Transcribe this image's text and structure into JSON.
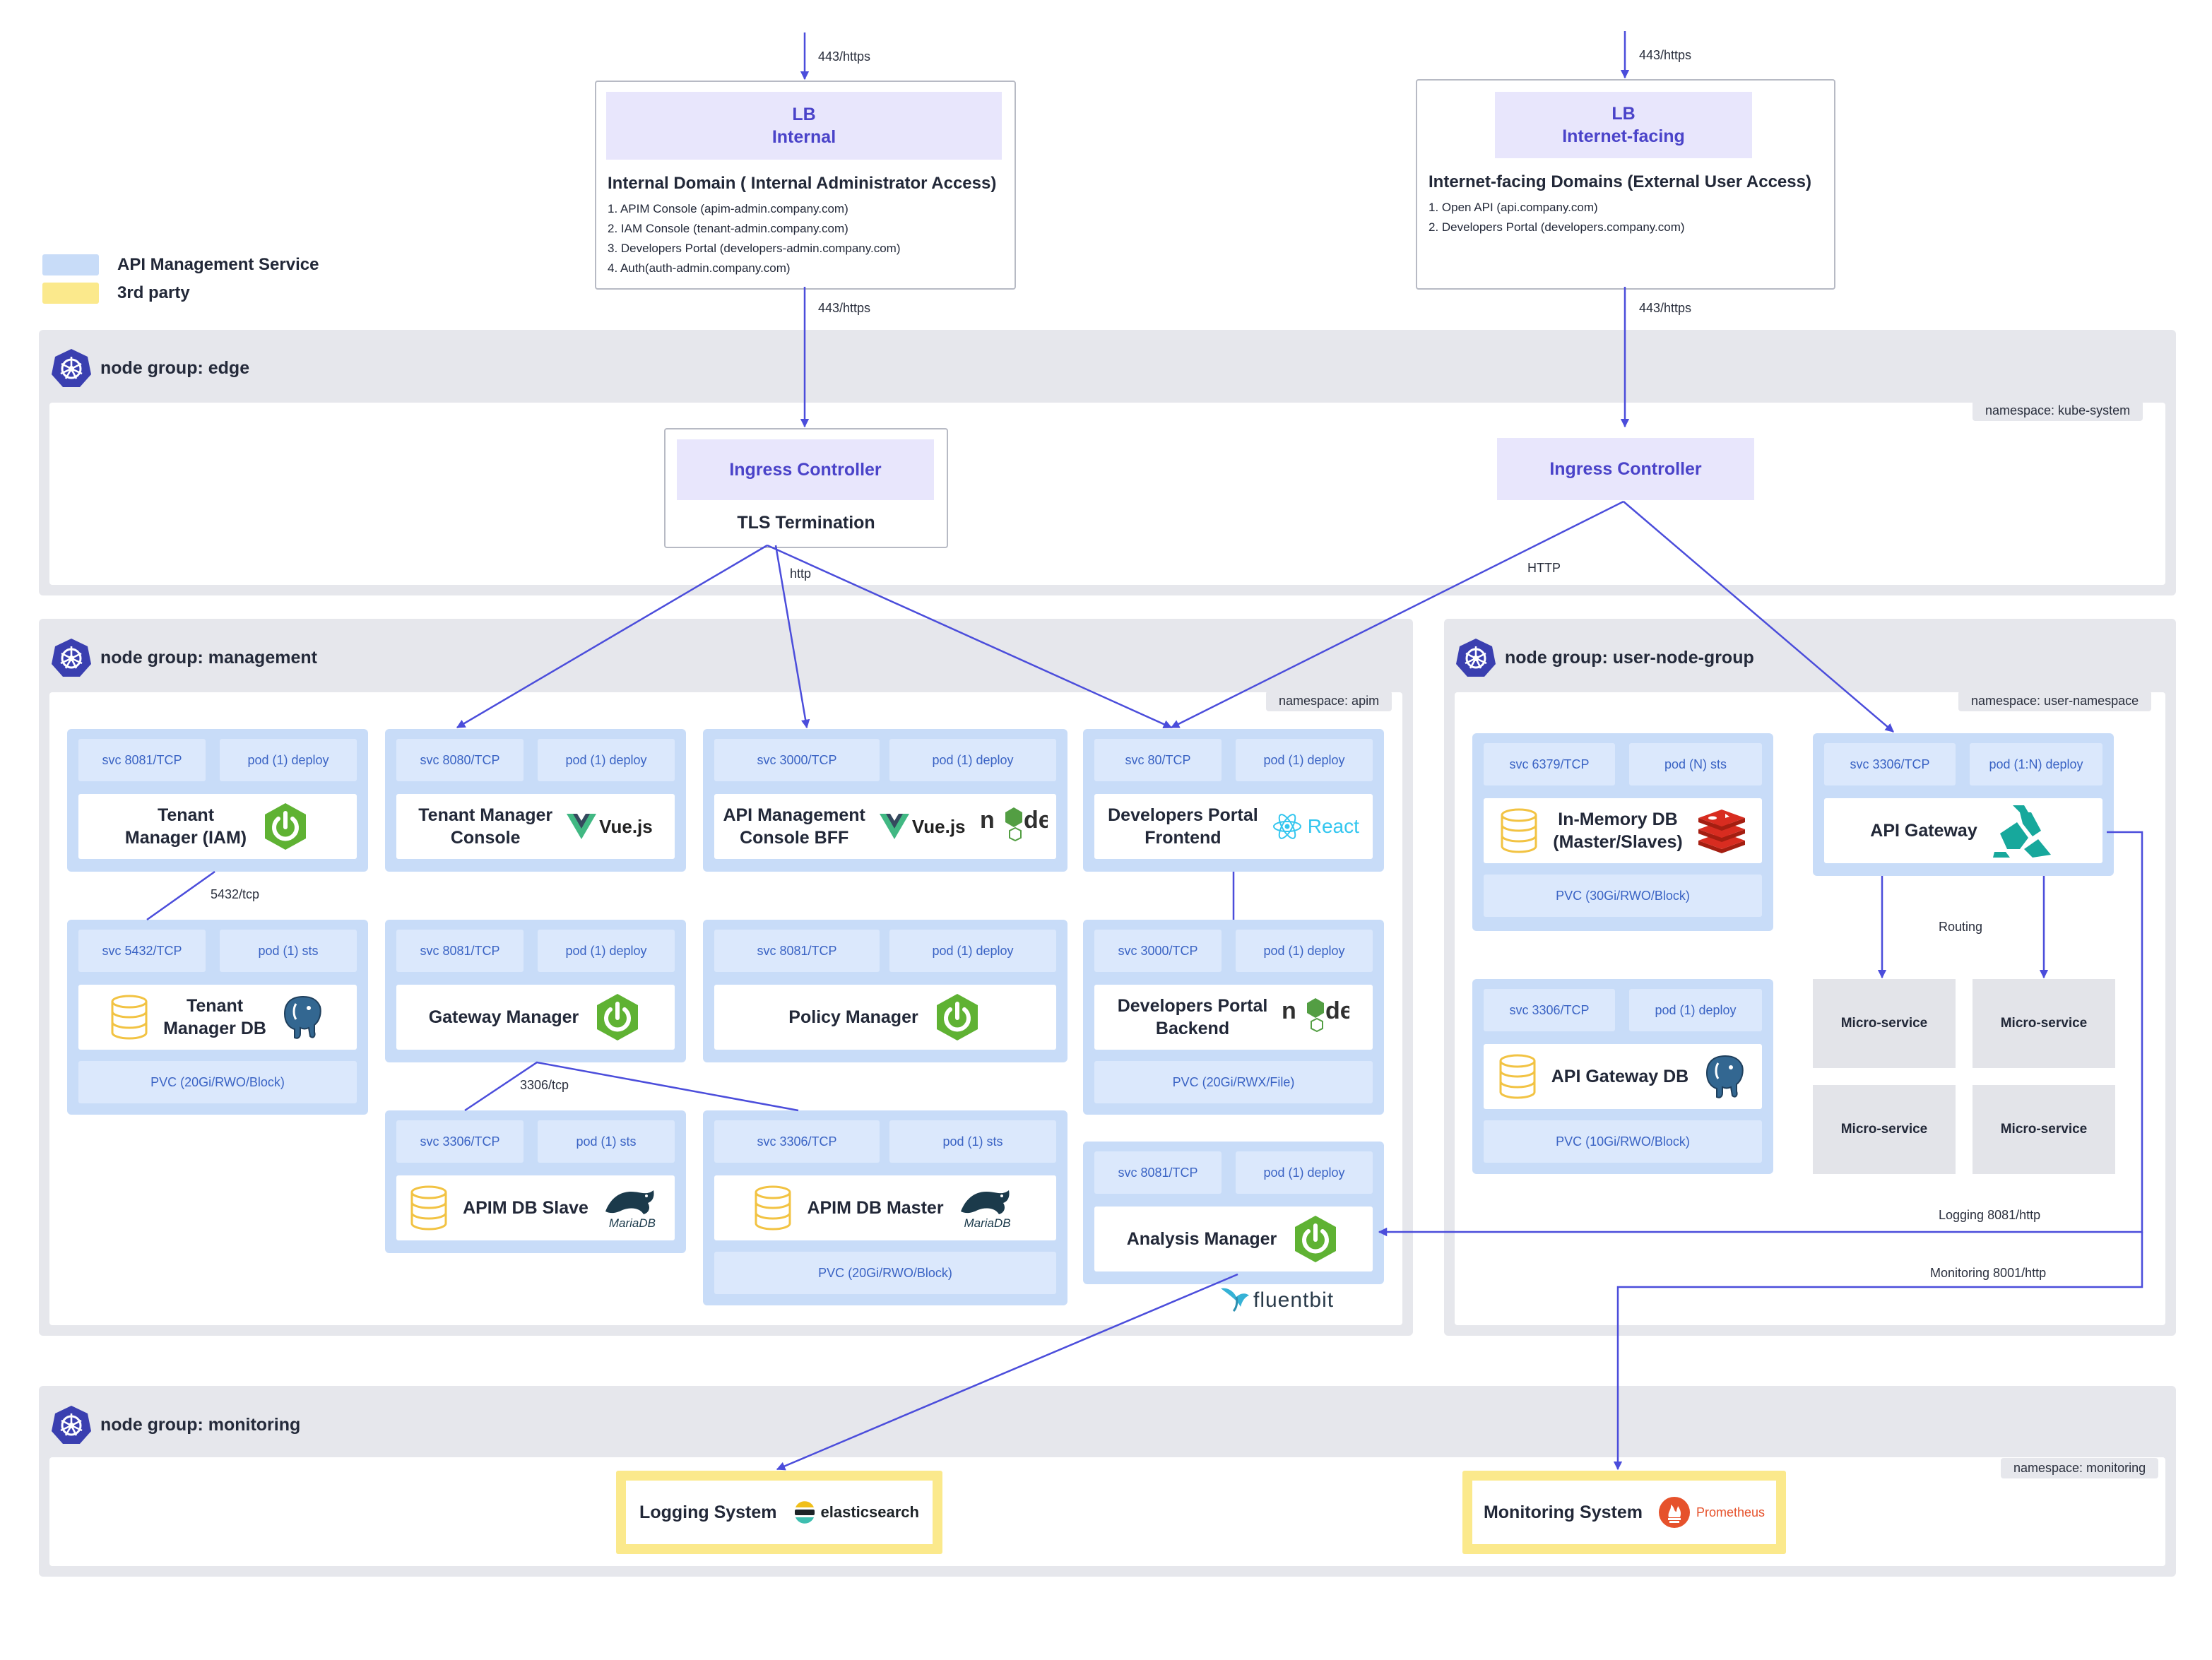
{
  "legend": {
    "items": [
      {
        "label": "API Management Service",
        "color": "#c8dcf8"
      },
      {
        "label": "3rd party",
        "color": "#fbe98c"
      }
    ]
  },
  "connector_labels": {
    "internal_in": "443/https",
    "internal_out": "443/https",
    "internet_in": "443/https",
    "internet_out": "443/https",
    "edge_http": "http",
    "edge_HTTP": "HTTP",
    "tenant_db": "5432/tcp",
    "apim_db": "3306/tcp",
    "routing": "Routing",
    "logging": "Logging 8081/http",
    "monitoring": "Monitoring 8001/http"
  },
  "lb_internal": {
    "head_line1": "LB",
    "head_line2": "Internal",
    "title": "Internal Domain ( Internal Administrator Access)",
    "items": [
      "1. APIM Console (apim-admin.company.com)",
      "2. IAM Console (tenant-admin.company.com)",
      "3. Developers Portal (developers-admin.company.com)",
      "4. Auth(auth-admin.company.com)"
    ]
  },
  "lb_internet": {
    "head_line1": "LB",
    "head_line2": "Internet-facing",
    "title": "Internet-facing Domains (External User Access)",
    "items": [
      "1. Open API (api.company.com)",
      "2. Developers Portal (developers.company.com)"
    ]
  },
  "groups": {
    "edge": {
      "title": "node group: edge",
      "namespace": "namespace: kube-system"
    },
    "management": {
      "title": "node group: management",
      "namespace": "namespace: apim"
    },
    "user": {
      "title": "node group: user-node-group",
      "namespace": "namespace: user-namespace"
    },
    "monitoring": {
      "title": "node group: monitoring",
      "namespace": "namespace: monitoring"
    }
  },
  "ingress_internal": {
    "label": "Ingress Controller",
    "sub": "TLS Termination"
  },
  "ingress_internet": {
    "label": "Ingress Controller"
  },
  "cards": {
    "tenant_manager": {
      "svc": "svc 8081/TCP",
      "pod": "pod (1) deploy",
      "name": "Tenant\nManager (IAM)",
      "icon": "spring-icon"
    },
    "tenant_console": {
      "svc": "svc 8080/TCP",
      "pod": "pod (1) deploy",
      "name": "Tenant Manager\nConsole",
      "icon": "vuejs-logo"
    },
    "apim_bff": {
      "svc": "svc 3000/TCP",
      "pod": "pod (1) deploy",
      "name": "API Management\nConsole BFF",
      "icon": "vuejs-node-logos"
    },
    "dev_frontend": {
      "svc": "svc 80/TCP",
      "pod": "pod (1) deploy",
      "name": "Developers Portal\nFrontend",
      "icon": "react-logo"
    },
    "tenant_db": {
      "svc": "svc 5432/TCP",
      "pod": "pod (1) sts",
      "name": "Tenant\nManager DB",
      "pvc": "PVC (20Gi/RWO/Block)",
      "icon": "postgres-icon"
    },
    "gateway_manager": {
      "svc": "svc 8081/TCP",
      "pod": "pod (1) deploy",
      "name": "Gateway Manager",
      "icon": "spring-icon"
    },
    "policy_manager": {
      "svc": "svc 8081/TCP",
      "pod": "pod (1) deploy",
      "name": "Policy Manager",
      "icon": "spring-icon"
    },
    "dev_backend": {
      "svc": "svc 3000/TCP",
      "pod": "pod (1) deploy",
      "name": "Developers Portal\nBackend",
      "pvc": "PVC (20Gi/RWX/File)",
      "icon": "node-logo"
    },
    "apim_db_slave": {
      "svc": "svc 3306/TCP",
      "pod": "pod (1) sts",
      "name": "APIM DB Slave",
      "icon": "mariadb-logo"
    },
    "apim_db_master": {
      "svc": "svc 3306/TCP",
      "pod": "pod (1) sts",
      "name": "APIM DB Master",
      "pvc": "PVC (20Gi/RWO/Block)",
      "icon": "mariadb-logo"
    },
    "analysis_manager": {
      "svc": "svc 8081/TCP",
      "pod": "pod (1) deploy",
      "name": "Analysis Manager",
      "icon": "spring-icon"
    },
    "inmemory_db": {
      "svc": "svc 6379/TCP",
      "pod": "pod (N) sts",
      "name": "In-Memory DB\n(Master/Slaves)",
      "pvc": "PVC (30Gi/RWO/Block)",
      "icon": "redis-icon"
    },
    "api_gateway_db": {
      "svc": "svc 3306/TCP",
      "pod": "pod (1) deploy",
      "name": "API Gateway DB",
      "pvc": "PVC (10Gi/RWO/Block)",
      "icon": "postgres-icon"
    },
    "api_gateway": {
      "svc": "svc 3306/TCP",
      "pod": "pod (1:N) deploy",
      "name": "API Gateway",
      "icon": "kong-icon"
    }
  },
  "logos": {
    "vuejs": "Vue.js",
    "react": "React",
    "mariadb": "MariaDB",
    "fluentbit": "fluentbit",
    "elasticsearch": "elasticsearch",
    "prometheus": "Prometheus"
  },
  "micro_services": [
    "Micro-service",
    "Micro-service",
    "Micro-service",
    "Micro-service"
  ],
  "logging_system": {
    "label": "Logging System",
    "icon": "elasticsearch-logo"
  },
  "monitoring_system": {
    "label": "Monitoring System",
    "icon": "prometheus-logo"
  },
  "colors": {
    "accent": "#4a43c9",
    "service": "#c8dcf8",
    "chip": "#dbe8fc",
    "third_party": "#fbe98c",
    "group_bg": "#e6e7ec",
    "wire": "#4b4ddb"
  }
}
